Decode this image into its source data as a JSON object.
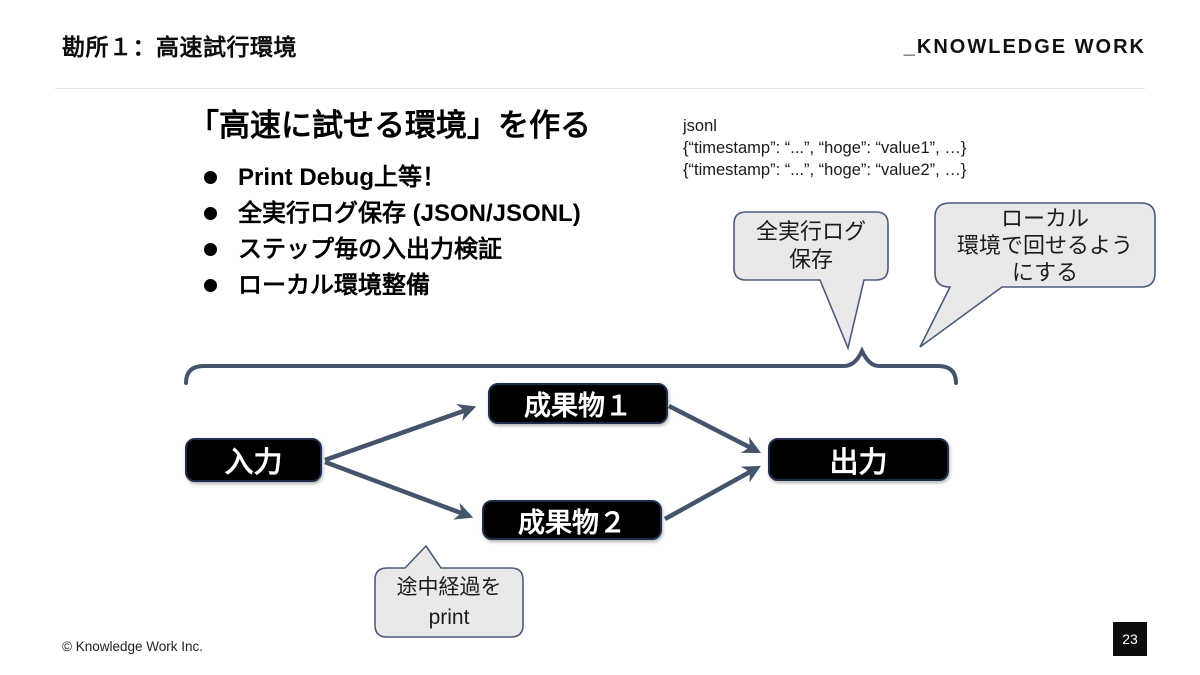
{
  "slide": {
    "title": "勘所１：高速試行環境",
    "logo": "_KNOWLEDGE WORK",
    "page_number": "23",
    "copyright": "© Knowledge Work Inc."
  },
  "content": {
    "heading": "「高速に試せる環境」を作る",
    "bullets": [
      "Print Debug上等！",
      "全実行ログ保存 (JSON/JSONL)",
      "ステップ毎の入出力検証",
      "ローカル環境整備"
    ],
    "code": {
      "line1": "jsonl",
      "line2": "{“timestamp”: “...”, “hoge”: “value1”, …}",
      "line3": "{“timestamp”: “...”, “hoge”: “value2”, …}"
    }
  },
  "callouts": {
    "log": {
      "line1": "全実行ログ",
      "line2": "保存"
    },
    "local": {
      "line1": "ローカル",
      "line2": "環境で回せるよう",
      "line3": "にする"
    },
    "print": {
      "line1": "途中経過を",
      "line2": "print"
    }
  },
  "diagram": {
    "input": "入力",
    "artifact1": "成果物１",
    "artifact2": "成果物２",
    "output": "出力"
  },
  "colors": {
    "accent": "#44546a",
    "bubble_fill": "#e9e9e9",
    "bubble_border": "#4a5b7a",
    "node_fill": "#000000",
    "node_border": "#1f2d4d"
  }
}
